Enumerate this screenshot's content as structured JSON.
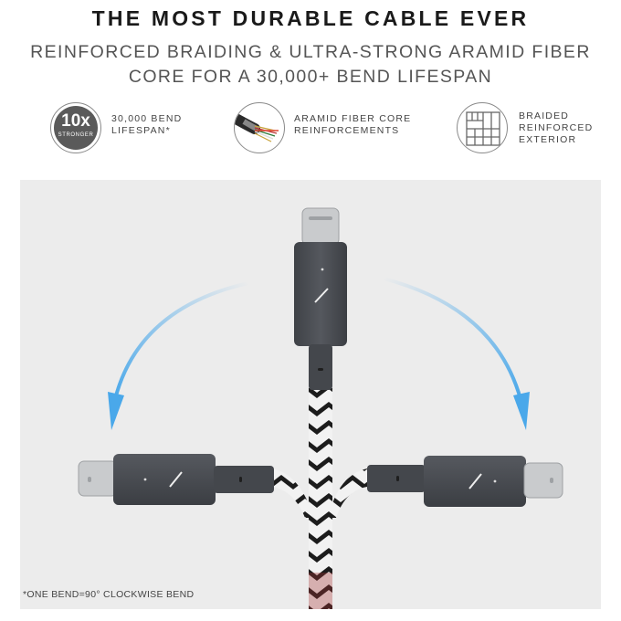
{
  "header": {
    "title": "THE MOST DURABLE CABLE EVER",
    "subtitle_line1": "REINFORCED BRAIDING & ULTRA-STRONG ARAMID FIBER",
    "subtitle_line2": "CORE FOR A 30,000+ BEND LIFESPAN"
  },
  "features": [
    {
      "icon": "10x-stronger-badge",
      "badge_big": "10x",
      "badge_small": "STRONGER",
      "text": "30,000 BEND\nLIFESPAN*"
    },
    {
      "icon": "aramid-fiber-core-icon",
      "text": "ARAMID FIBER CORE\nREINFORCEMENTS"
    },
    {
      "icon": "braided-pattern-icon",
      "text": "BRAIDED\nREINFORCED\nEXTERIOR"
    }
  ],
  "footnote": "*ONE BEND=90° CLOCKWISE BEND",
  "colors": {
    "background": "#ffffff",
    "panel": "#ececec",
    "connector": "#4a4d52",
    "usb_tip": "#c9cbcd",
    "arrow": "#4aa8ea",
    "braid_dark": "#1c1c1c",
    "braid_light": "#f2f2f2",
    "braid_red": "#a23535"
  }
}
